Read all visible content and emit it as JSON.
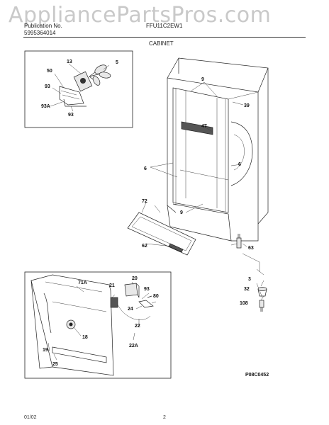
{
  "watermark": "AppliancePartsPros.com",
  "header": {
    "left_line1": "Publication No.",
    "left_line2": "5995364014",
    "center": "FFU11C2EW1",
    "section": "CABINET"
  },
  "footer": {
    "date": "01/02",
    "page": "2"
  },
  "diagram_code": "P08C0452",
  "callouts": {
    "c13": "13",
    "c5": "5",
    "c50": "50",
    "c93a": "93",
    "c93A": "93A",
    "c93b": "93",
    "c9a": "9",
    "c39": "39",
    "c47": "47",
    "c6a": "6",
    "c6b": "6",
    "c72": "72",
    "c9b": "9",
    "c62": "62",
    "c63": "63",
    "c3": "3",
    "c32": "32",
    "c108": "108",
    "c71A": "71A",
    "c20": "20",
    "c21": "21",
    "c93c": "93",
    "c80": "80",
    "c24": "24",
    "c18": "18",
    "c22": "22",
    "c22A": "22A",
    "c19": "19",
    "c25": "25"
  }
}
